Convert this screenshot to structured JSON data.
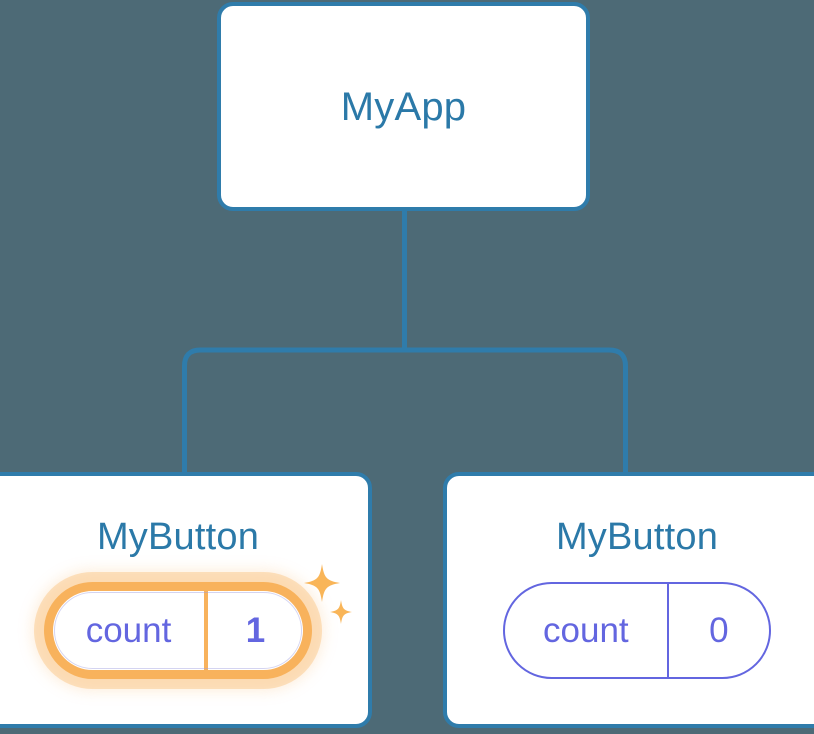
{
  "diagram": {
    "type": "component-tree",
    "background_color": "#4d6a76",
    "node_border_color": "#2f7cab",
    "node_title_color": "#2b79a8",
    "connector_color": "#2f7cab",
    "pill_idle_color": "#6366e0",
    "pill_highlight_color": "#f8b25c",
    "pill_text_color": "#6366e0",
    "root": {
      "title": "MyApp"
    },
    "children": [
      {
        "title": "MyButton",
        "state": {
          "key": "count",
          "value": "1"
        },
        "highlighted": true,
        "sparkle_large_icon": "sparkle-icon",
        "sparkle_small_icon": "sparkle-icon"
      },
      {
        "title": "MyButton",
        "state": {
          "key": "count",
          "value": "0"
        },
        "highlighted": false
      }
    ]
  }
}
